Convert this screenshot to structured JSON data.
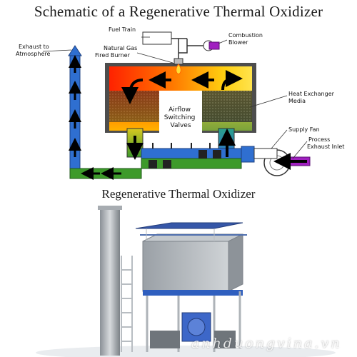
{
  "header": {
    "title": "Schematic of a Regenerative Thermal Oxidizer"
  },
  "labels": {
    "exhaust": [
      "Exhaust to",
      "Atmosphere"
    ],
    "fuel_train": "Fuel Train",
    "burner": [
      "Natural Gas",
      "Fired Burner"
    ],
    "combustion_blower": [
      "Combustion",
      "Blower"
    ],
    "heat_media": [
      "Heat Exchanger",
      "Media"
    ],
    "valves": [
      "Airflow",
      "Switching",
      "Valves"
    ],
    "supply_fan": "Supply Fan",
    "process_inlet": [
      "Process",
      "Exhaust Inlet"
    ]
  },
  "photo": {
    "caption": "Regenerative Thermal Oxidizer",
    "watermark": "anhduongvina.vn"
  },
  "colors": {
    "hot": "#ff2a00",
    "warm": "#ffd21a",
    "cool_green": "#2a8a2a",
    "duct_blue": "#2f6fd0",
    "housing": "#4d4d4d",
    "media_dark": "#2c2c2c",
    "blower_purple": "#a020c0"
  },
  "icons": [
    "flame-icon",
    "arrow-icon",
    "fan-icon",
    "valve-icon"
  ]
}
